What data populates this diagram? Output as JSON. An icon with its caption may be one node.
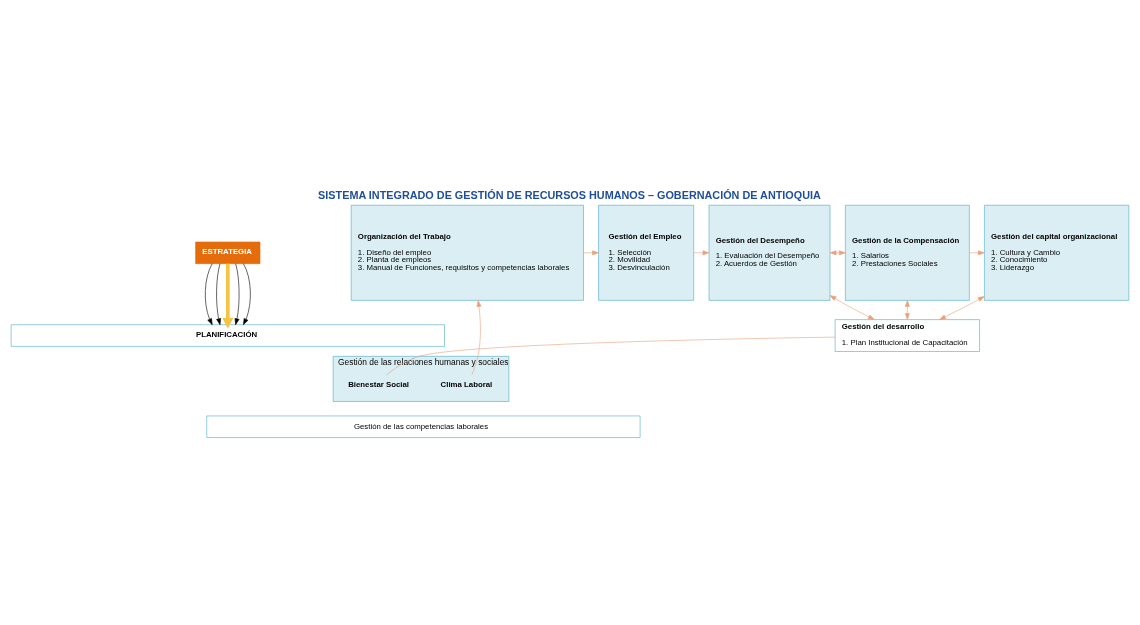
{
  "diagram": {
    "title": "SISTEMA INTEGRADO DE GESTIÓN DE RECURSOS HUMANOS – GOBERNACIÓN DE ANTIOQUIA",
    "nodes": [
      {
        "text": [
          "ESTRATEGIA"
        ]
      },
      {
        "text": [
          "PLANIFICACIÓN"
        ]
      },
      {
        "text": [
          "Organización del Trabajo",
          "1. Diseño del empleo",
          "2. Planta de empleos",
          "3. Manual de Funciones, requisitos y competencias laborales"
        ]
      },
      {
        "text": [
          "Gestión del Empleo",
          "1. Selección",
          "2. Movilidad",
          "3. Desvinculación"
        ]
      },
      {
        "text": [
          "Gestión del Desempeño",
          "1. Evaluación del Desempeño",
          "2. Acuerdos de Gestión"
        ]
      },
      {
        "text": [
          "Gestión de la Compensación",
          "1. Salarios",
          "2. Prestaciones Sociales"
        ]
      },
      {
        "text": [
          "Gestión del capital organizacional",
          "1. Cultura y Cambio",
          "2. Conocimiento",
          "3. Liderazgo"
        ]
      },
      {
        "text": [
          "Gestión del desarrollo",
          "1. Plan Institucional de Capacitación"
        ]
      },
      {
        "text": [
          "Gestión de las relaciones humanas y sociales"
        ]
      },
      {
        "text": [
          "Clima Laboral"
        ],
        "in": 8
      },
      {
        "text": [
          "Bienestar Social"
        ],
        "in": 8
      },
      {
        "text": [
          "Gestión de las competencias laborales"
        ]
      }
    ],
    "edges": [
      {
        "from": 0,
        "to": 1,
        "arrow": "to",
        "color": "#000000"
      },
      {
        "from": 0,
        "to": 1,
        "arrow": "to",
        "color": "#000000"
      },
      {
        "from": 0,
        "to": 1,
        "arrow": "to",
        "style": "thick",
        "color": "#f5c342"
      },
      {
        "from": 0,
        "to": 1,
        "arrow": "to",
        "color": "#000000"
      },
      {
        "from": 0,
        "to": 1,
        "arrow": "to",
        "color": "#000000"
      },
      {
        "from": 2,
        "to": 3,
        "arrow": "to"
      },
      {
        "from": 3,
        "to": 4,
        "arrow": "to"
      },
      {
        "from": 4,
        "to": 5,
        "arrow": "both"
      },
      {
        "from": 5,
        "to": 6,
        "arrow": "to"
      },
      {
        "from": 4,
        "to": 7,
        "arrow": "both"
      },
      {
        "from": 5,
        "to": 7,
        "arrow": "both"
      },
      {
        "from": 7,
        "to": 6,
        "arrow": "both"
      },
      {
        "from": 9,
        "to": 2,
        "arrow": "to"
      },
      {
        "from": 10,
        "to": 7,
        "arrow": "none"
      }
    ]
  }
}
